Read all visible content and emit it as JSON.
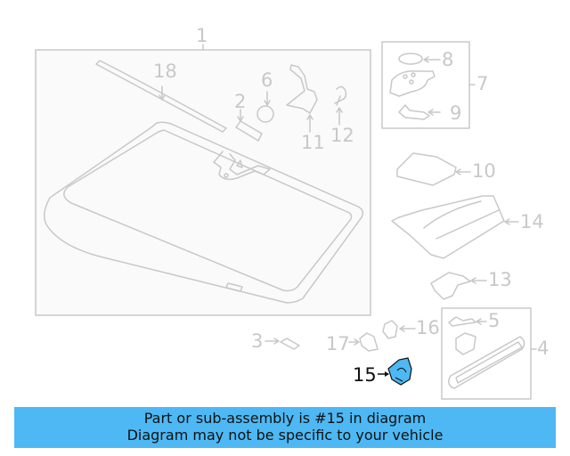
{
  "diagram": {
    "highlighted_part": "15",
    "colors": {
      "line": "#c8c8c8",
      "highlight_fill": "#4db8f4",
      "highlight_label": "#111111",
      "banner_bg": "#4db8f4"
    },
    "callouts": [
      {
        "id": "1",
        "label": "1"
      },
      {
        "id": "2",
        "label": "2"
      },
      {
        "id": "3",
        "label": "3"
      },
      {
        "id": "4",
        "label": "4"
      },
      {
        "id": "5",
        "label": "5"
      },
      {
        "id": "6",
        "label": "6"
      },
      {
        "id": "7",
        "label": "7"
      },
      {
        "id": "8",
        "label": "8"
      },
      {
        "id": "9",
        "label": "9"
      },
      {
        "id": "10",
        "label": "10"
      },
      {
        "id": "11",
        "label": "11"
      },
      {
        "id": "12",
        "label": "12"
      },
      {
        "id": "13",
        "label": "13"
      },
      {
        "id": "14",
        "label": "14"
      },
      {
        "id": "15",
        "label": "15"
      },
      {
        "id": "16",
        "label": "16"
      },
      {
        "id": "17",
        "label": "17"
      },
      {
        "id": "18",
        "label": "18"
      }
    ]
  },
  "banner": {
    "line1": "Part or sub-assembly is #15 in diagram",
    "line2": "Diagram may not be specific to your vehicle"
  }
}
